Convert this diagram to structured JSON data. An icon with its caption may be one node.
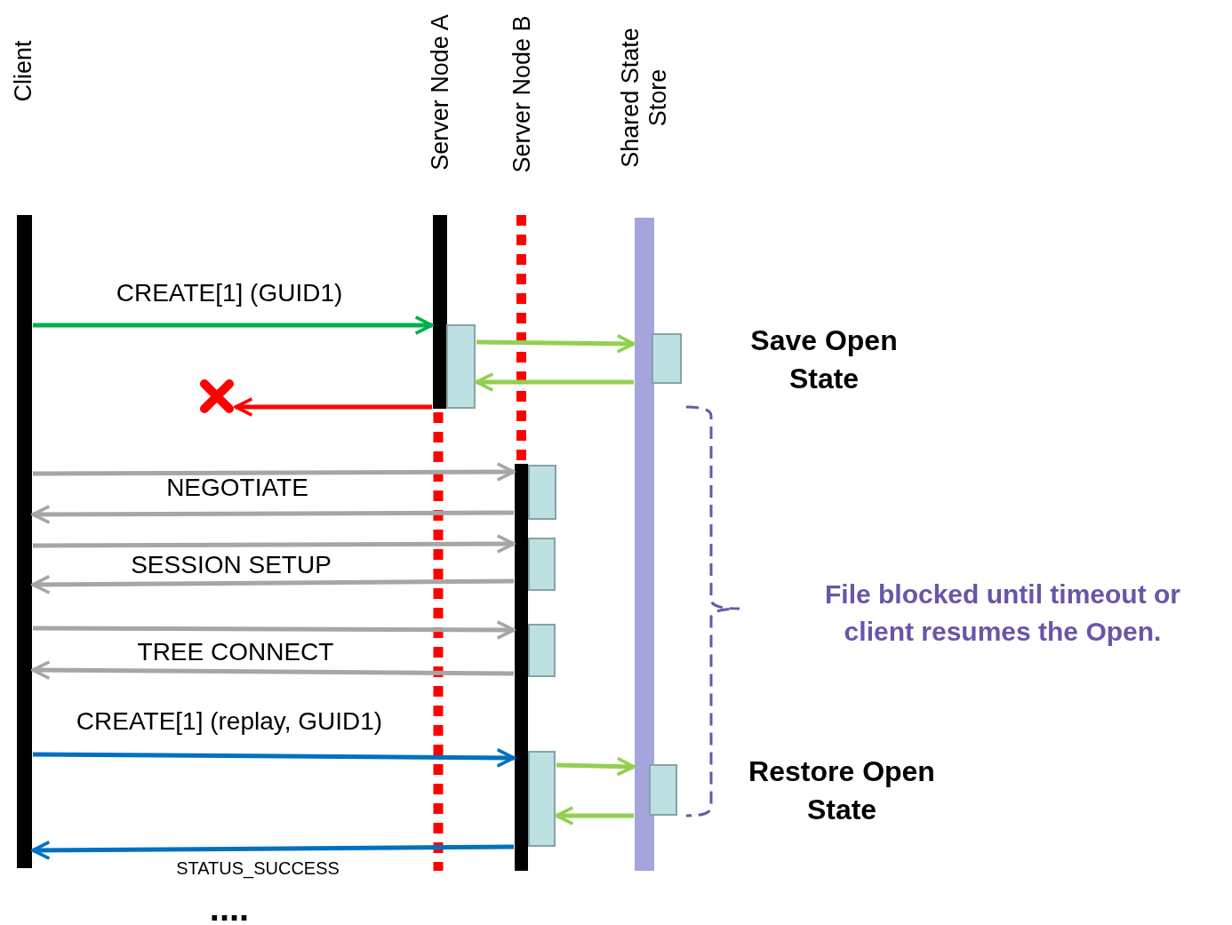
{
  "diagram": {
    "nodes": [
      {
        "text": [
          "Client"
        ]
      },
      {
        "text": [
          "Server Node A"
        ]
      },
      {
        "text": [
          "Server Node B"
        ]
      },
      {
        "text": [
          "Shared State Store"
        ]
      },
      {
        "text": [],
        "shape": "box"
      },
      {
        "text": [],
        "shape": "box"
      },
      {
        "text": [],
        "shape": "cross"
      },
      {
        "text": [],
        "shape": "box"
      },
      {
        "text": [],
        "shape": "box"
      },
      {
        "text": [],
        "shape": "box"
      },
      {
        "text": [],
        "shape": "box"
      },
      {
        "text": [],
        "shape": "box"
      }
    ],
    "edges": [
      {
        "from": 0,
        "to": 1,
        "arrow": "to",
        "label": "CREATE[1] (GUID1)",
        "color": "#00b050"
      },
      {
        "from": 4,
        "to": 3,
        "arrow": "to",
        "color": "#92d050"
      },
      {
        "from": 3,
        "to": 4,
        "arrow": "to",
        "color": "#92d050"
      },
      {
        "from": 1,
        "to": 6,
        "arrow": "to",
        "color": "#ff0000"
      },
      {
        "from": 0,
        "to": 2,
        "arrow": "to",
        "label": "NEGOTIATE",
        "color": "#a6a6a6"
      },
      {
        "from": 2,
        "to": 0,
        "arrow": "to",
        "color": "#a6a6a6"
      },
      {
        "from": 0,
        "to": 2,
        "arrow": "to",
        "label": "SESSION SETUP",
        "color": "#a6a6a6"
      },
      {
        "from": 2,
        "to": 0,
        "arrow": "to",
        "color": "#a6a6a6"
      },
      {
        "from": 0,
        "to": 2,
        "arrow": "to",
        "label": "TREE CONNECT",
        "color": "#a6a6a6"
      },
      {
        "from": 2,
        "to": 0,
        "arrow": "to",
        "color": "#a6a6a6"
      },
      {
        "from": 0,
        "to": 2,
        "arrow": "to",
        "label": "CREATE[1] (replay, GUID1)",
        "color": "#0070c0"
      },
      {
        "from": 10,
        "to": 3,
        "arrow": "to",
        "color": "#92d050"
      },
      {
        "from": 3,
        "to": 10,
        "arrow": "to",
        "color": "#92d050"
      },
      {
        "from": 2,
        "to": 0,
        "arrow": "to",
        "label": "STATUS_SUCCESS",
        "color": "#0070c0"
      }
    ],
    "labels": [
      "Save Open State",
      "File blocked until timeout or client resumes the Open.",
      "Restore Open State",
      "...."
    ]
  }
}
